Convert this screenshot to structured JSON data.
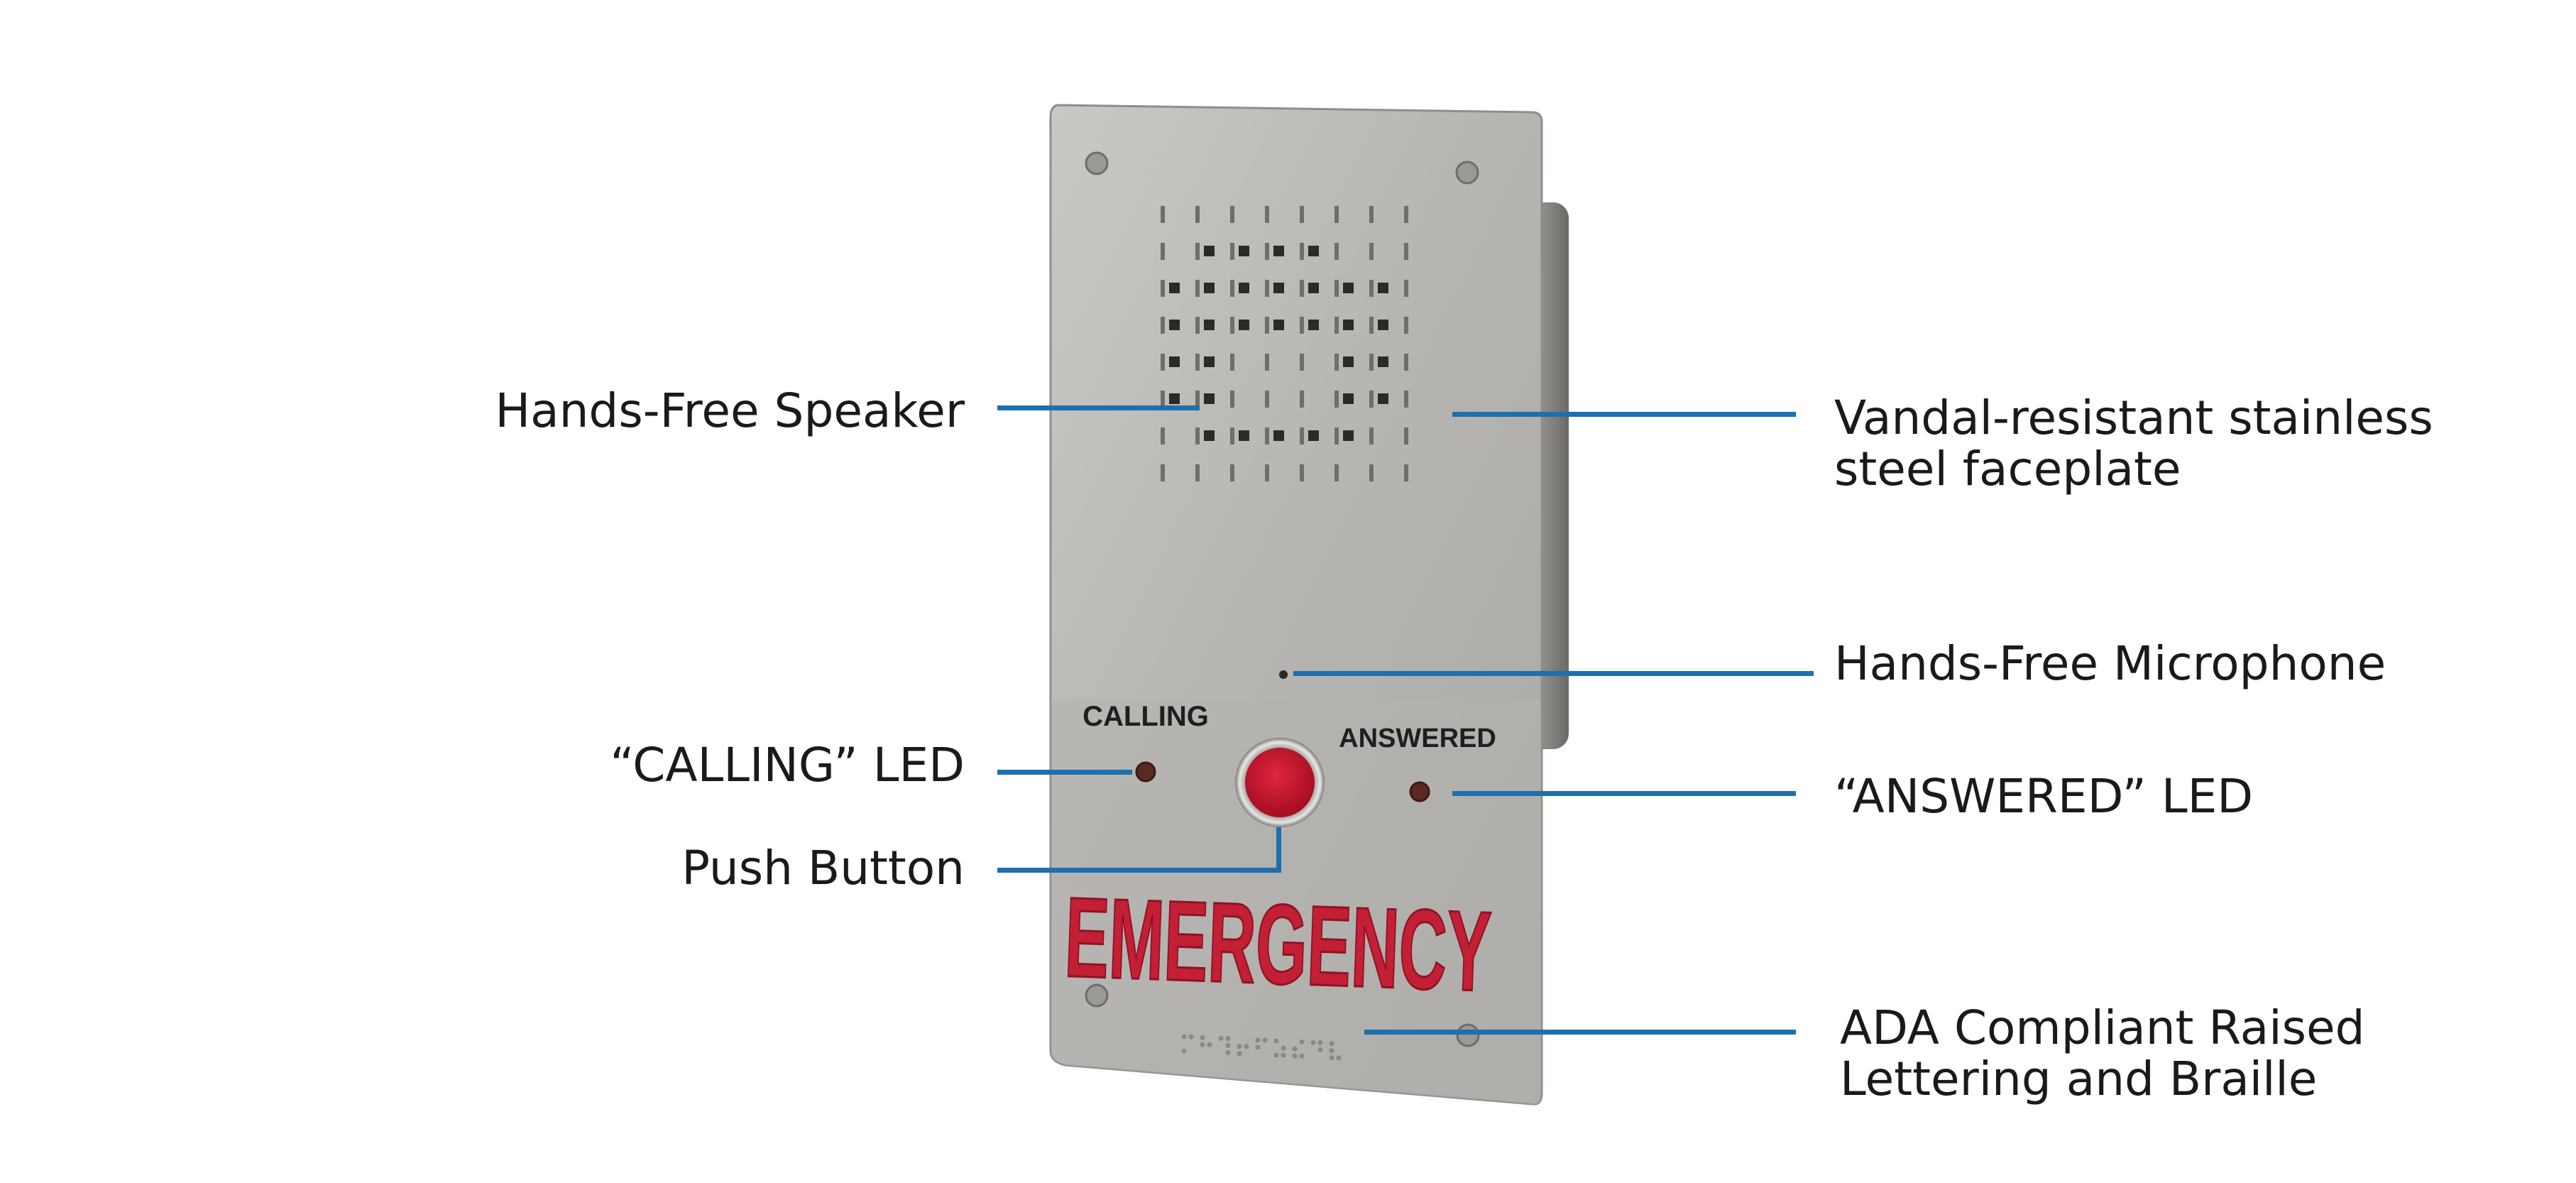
{
  "title": "",
  "device": {
    "calling_text": "CALLING",
    "answered_text": "ANSWERED",
    "emergency_text": "EMERGENCY",
    "colors": {
      "faceplate": "#b9b8b4",
      "emergency_red": "#c31f35",
      "button_red": "#c8102e",
      "leader_line": "#1e6fae"
    }
  },
  "callouts": [
    {
      "id": "hands-free-speaker",
      "text": "Hands-Free Speaker"
    },
    {
      "id": "calling-led",
      "text": "“CALLING” LED"
    },
    {
      "id": "push-button",
      "text": "Push Button"
    },
    {
      "id": "faceplate",
      "lines": [
        "Vandal-resistant stainless",
        "steel faceplate"
      ]
    },
    {
      "id": "hands-free-microphone",
      "text": "Hands-Free Microphone"
    },
    {
      "id": "answered-led",
      "text": "“ANSWERED” LED"
    },
    {
      "id": "ada-lettering",
      "lines": [
        "ADA Compliant Raised",
        "Lettering and Braille"
      ]
    }
  ]
}
